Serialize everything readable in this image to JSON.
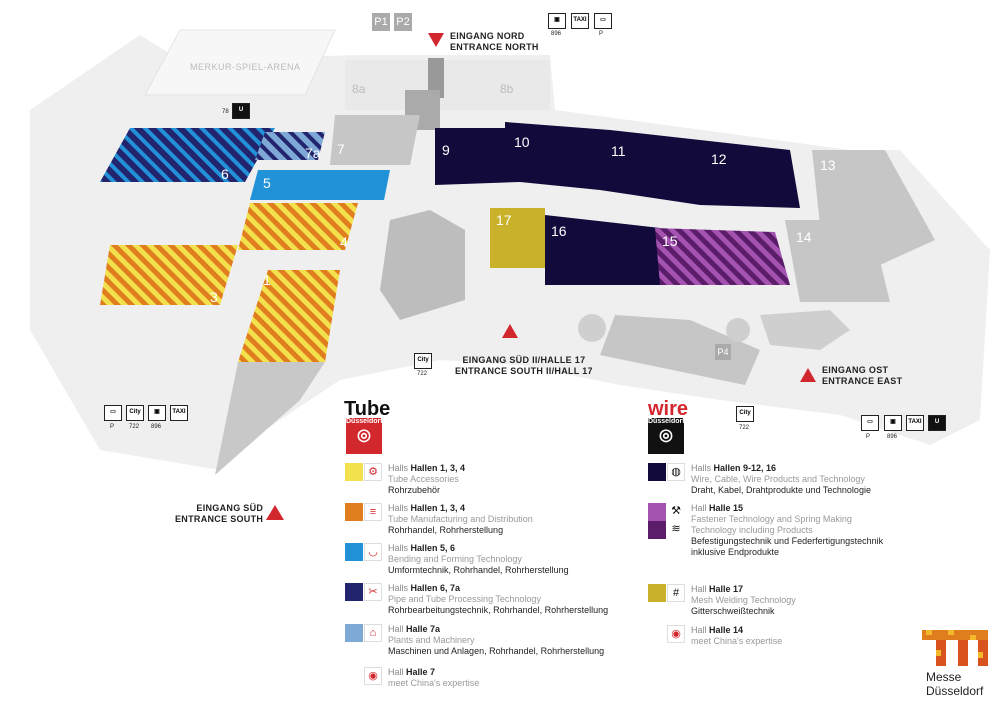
{
  "map": {
    "halls": [
      "1",
      "3",
      "4",
      "5",
      "6",
      "7",
      "7a",
      "8a",
      "8b",
      "9",
      "10",
      "11",
      "12",
      "13",
      "14",
      "15",
      "16",
      "17"
    ],
    "arena": "MERKUR-SPIEL-ARENA",
    "parking": [
      "P1",
      "P2"
    ],
    "p4": "P4",
    "entrances": {
      "north": [
        "EINGANG NORD",
        "ENTRANCE NORTH"
      ],
      "south2": [
        "EINGANG SÜD II/HALLE 17",
        "ENTRANCE SOUTH II/HALL 17"
      ],
      "east": [
        "EINGANG OST",
        "ENTRANCE EAST"
      ],
      "south": [
        "EINGANG SÜD",
        "ENTRANCE SOUTH"
      ]
    },
    "transport": {
      "bus_896": "896",
      "bus_722": "722",
      "city": "City",
      "taxi": "TAXI",
      "p": "P",
      "u78": "78"
    }
  },
  "colors": {
    "tube_yellow": "#f2e14c",
    "tube_orange": "#e07d1f",
    "tube_blue": "#2192d8",
    "tube_navy": "#22246e",
    "tube_lightblue": "#7ea8d6",
    "wire_navy": "#120a3a",
    "wire_purple": "#8a3b94",
    "wire_olive": "#c9b22a",
    "red": "#d3272e"
  },
  "tube": {
    "brand": "Tube",
    "sub": "Düsseldorf",
    "items": [
      {
        "pre": "Halls",
        "halls": "Hallen 1, 3, 4",
        "en": "Tube Accessories",
        "de": "Rohrzubehör"
      },
      {
        "pre": "Halls",
        "halls": "Hallen 1, 3, 4",
        "en": "Tube Manufacturing and Distribution",
        "de": "Rohrhandel, Rohrherstellung"
      },
      {
        "pre": "Halls",
        "halls": "Hallen 5, 6",
        "en": "Bending and Forming Technology",
        "de": "Umformtechnik, Rohrhandel, Rohrherstellung"
      },
      {
        "pre": "Halls",
        "halls": "Hallen 6, 7a",
        "en": "Pipe and Tube Processing Technology",
        "de": "Rohrbearbeitungstechnik, Rohrhandel, Rohrherstellung"
      },
      {
        "pre": "Hall",
        "halls": "Halle 7a",
        "en": "Plants and Machinery",
        "de": "Maschinen und Anlagen, Rohrhandel, Rohrherstellung"
      },
      {
        "pre": "Hall",
        "halls": "Halle 7",
        "en": "meet China's expertise",
        "de": ""
      }
    ]
  },
  "wire": {
    "brand": "wire",
    "sub": "Düsseldorf",
    "items": [
      {
        "pre": "Halls",
        "halls": "Hallen 9-12, 16",
        "en": "Wire, Cable, Wire Products and Technology",
        "de": "Draht, Kabel, Drahtprodukte und Technologie"
      },
      {
        "pre": "Hall",
        "halls": "Halle 15",
        "en": "Fastener Technology and Spring Making Technology including Products",
        "de": "Befestigungstechnik und Federfertigungstechnik inklusive Endprodukte"
      },
      {
        "pre": "Hall",
        "halls": "Halle 17",
        "en": "Mesh Welding Technology",
        "de": "Gitterschweißtechnik"
      },
      {
        "pre": "Hall",
        "halls": "Halle 14",
        "en": "meet China's expertise",
        "de": ""
      }
    ]
  },
  "logo": {
    "line1": "Messe",
    "line2": "Düsseldorf"
  }
}
